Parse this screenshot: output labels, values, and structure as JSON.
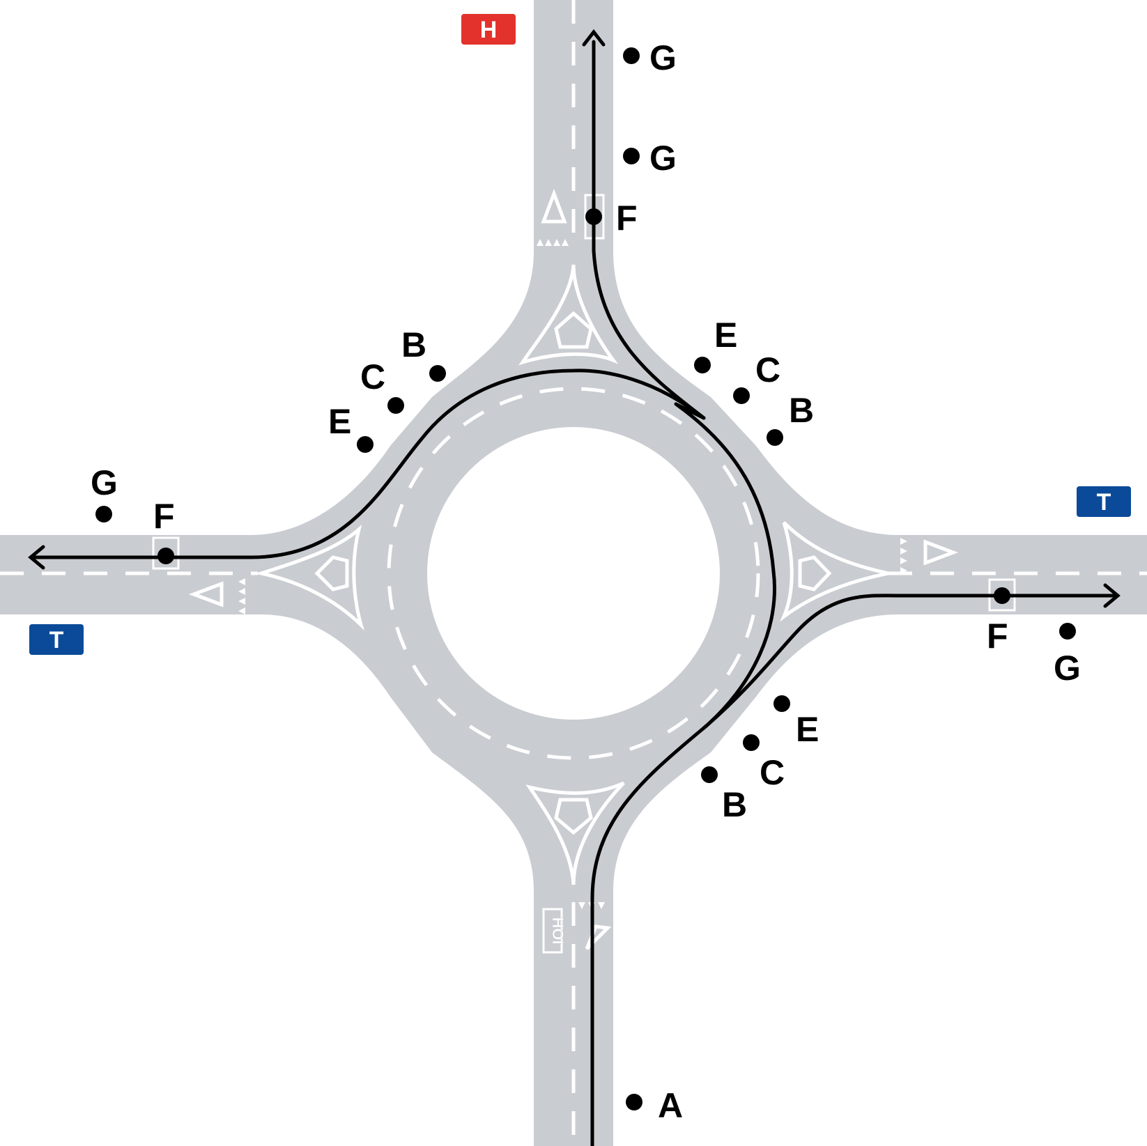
{
  "colors": {
    "road": "#c9ccd1",
    "marking": "#ffffff",
    "route": "#000000",
    "sign_red": "#e3312b",
    "sign_blue": "#0b4a98",
    "background": "#ffffff"
  },
  "signs": {
    "north": {
      "text": "H",
      "color": "red"
    },
    "east": {
      "text": "T",
      "color": "blue"
    },
    "west": {
      "text": "T",
      "color": "blue"
    }
  },
  "labels": {
    "A": "A",
    "B": "B",
    "C": "C",
    "E": "E",
    "F": "F",
    "G": "G"
  },
  "markings": {
    "bus_text": "HOI"
  },
  "icons": [
    "give-way-triangle-icon",
    "arrow-head-icon",
    "point-marker-icon"
  ]
}
